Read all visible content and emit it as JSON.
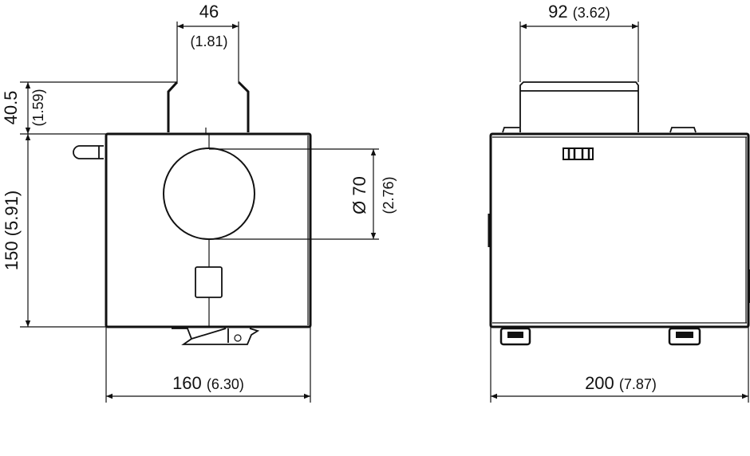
{
  "front_view": {
    "width_dim": {
      "value": "160",
      "inch": "(6.30)"
    },
    "height_dim": {
      "value": "150",
      "inch": "(5.91)"
    },
    "top_width_dim": {
      "value": "46",
      "inch": "(1.81)"
    },
    "top_height_dim": {
      "value": "40.5",
      "inch": "(1.59)"
    },
    "hole_dim": {
      "value": "Ø 70",
      "inch": "(2.76)"
    }
  },
  "side_view": {
    "width_dim": {
      "value": "200",
      "inch": "(7.87)"
    },
    "top_width_dim": {
      "value": "92",
      "inch": "(3.62)"
    }
  }
}
